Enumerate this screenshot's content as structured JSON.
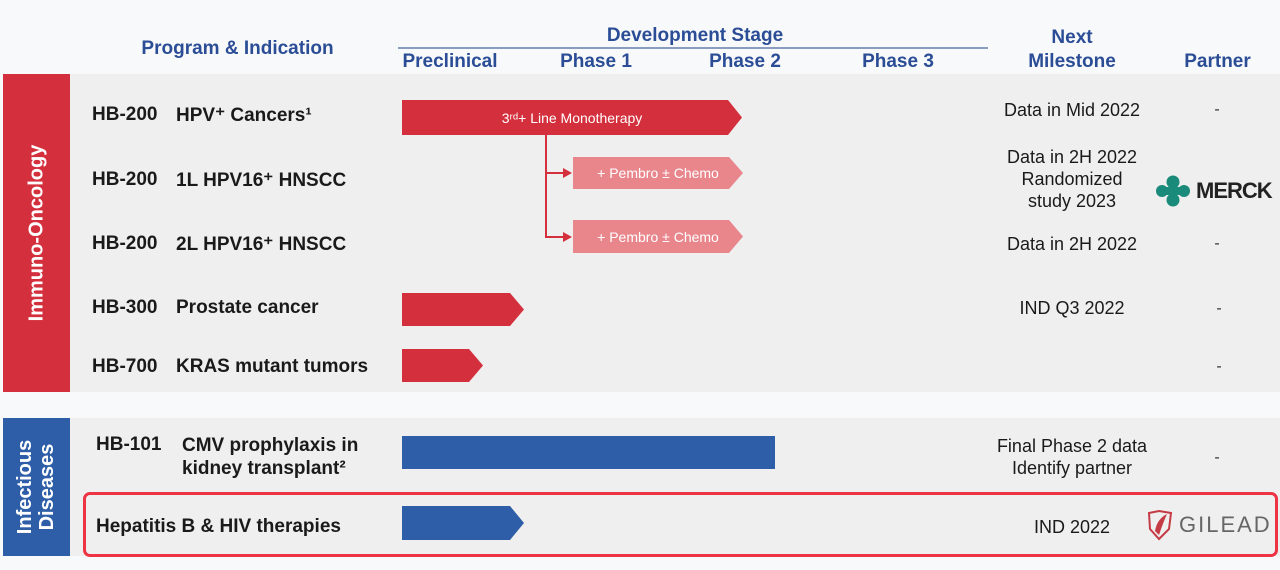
{
  "header": {
    "program": "Program & Indication",
    "dev_stage": "Development Stage",
    "stages": [
      "Preclinical",
      "Phase 1",
      "Phase 2",
      "Phase 3"
    ],
    "milestone": "Next Milestone",
    "partner": "Partner"
  },
  "groups": {
    "io": "Immuno-Oncology",
    "id": "Infectious Diseases"
  },
  "rows": [
    {
      "program": "HB-200",
      "indication": "HPV⁺ Cancers¹",
      "milestone": "Data in Mid 2022",
      "partner": "-",
      "bar_label": "3ʳᵈ+ Line Monotherapy",
      "stage": "Phase 2"
    },
    {
      "program": "HB-200",
      "indication": "1L HPV16⁺ HNSCC",
      "milestone": "Data in 2H 2022 Randomized study 2023",
      "partner": "MERCK",
      "bar_label": "+ Pembro ± Chemo",
      "stage": "Phase 2"
    },
    {
      "program": "HB-200",
      "indication": "2L HPV16⁺ HNSCC",
      "milestone": "Data in 2H 2022",
      "partner": "-",
      "bar_label": "+ Pembro ± Chemo",
      "stage": "Phase 2"
    },
    {
      "program": "HB-300",
      "indication": "Prostate cancer",
      "milestone": "IND Q3 2022",
      "partner": "-",
      "stage": "Preclinical"
    },
    {
      "program": "HB-700",
      "indication": "KRAS mutant tumors",
      "milestone": "",
      "partner": "-",
      "stage": "Preclinical"
    },
    {
      "program": "HB-101",
      "indication": "CMV prophylaxis in kidney transplant²",
      "milestone": "Final Phase 2 data Identify partner",
      "partner": "-",
      "stage": "Phase 2"
    },
    {
      "program": "",
      "indication": "Hepatitis B & HIV therapies",
      "milestone": "IND 2022",
      "partner": "GILEAD",
      "stage": "Preclinical"
    }
  ],
  "colors": {
    "red": "#d42f3c",
    "light_red": "#e8868c",
    "blue": "#2e5ea8",
    "header": "#2a4d96",
    "highlight": "#ee3344"
  }
}
